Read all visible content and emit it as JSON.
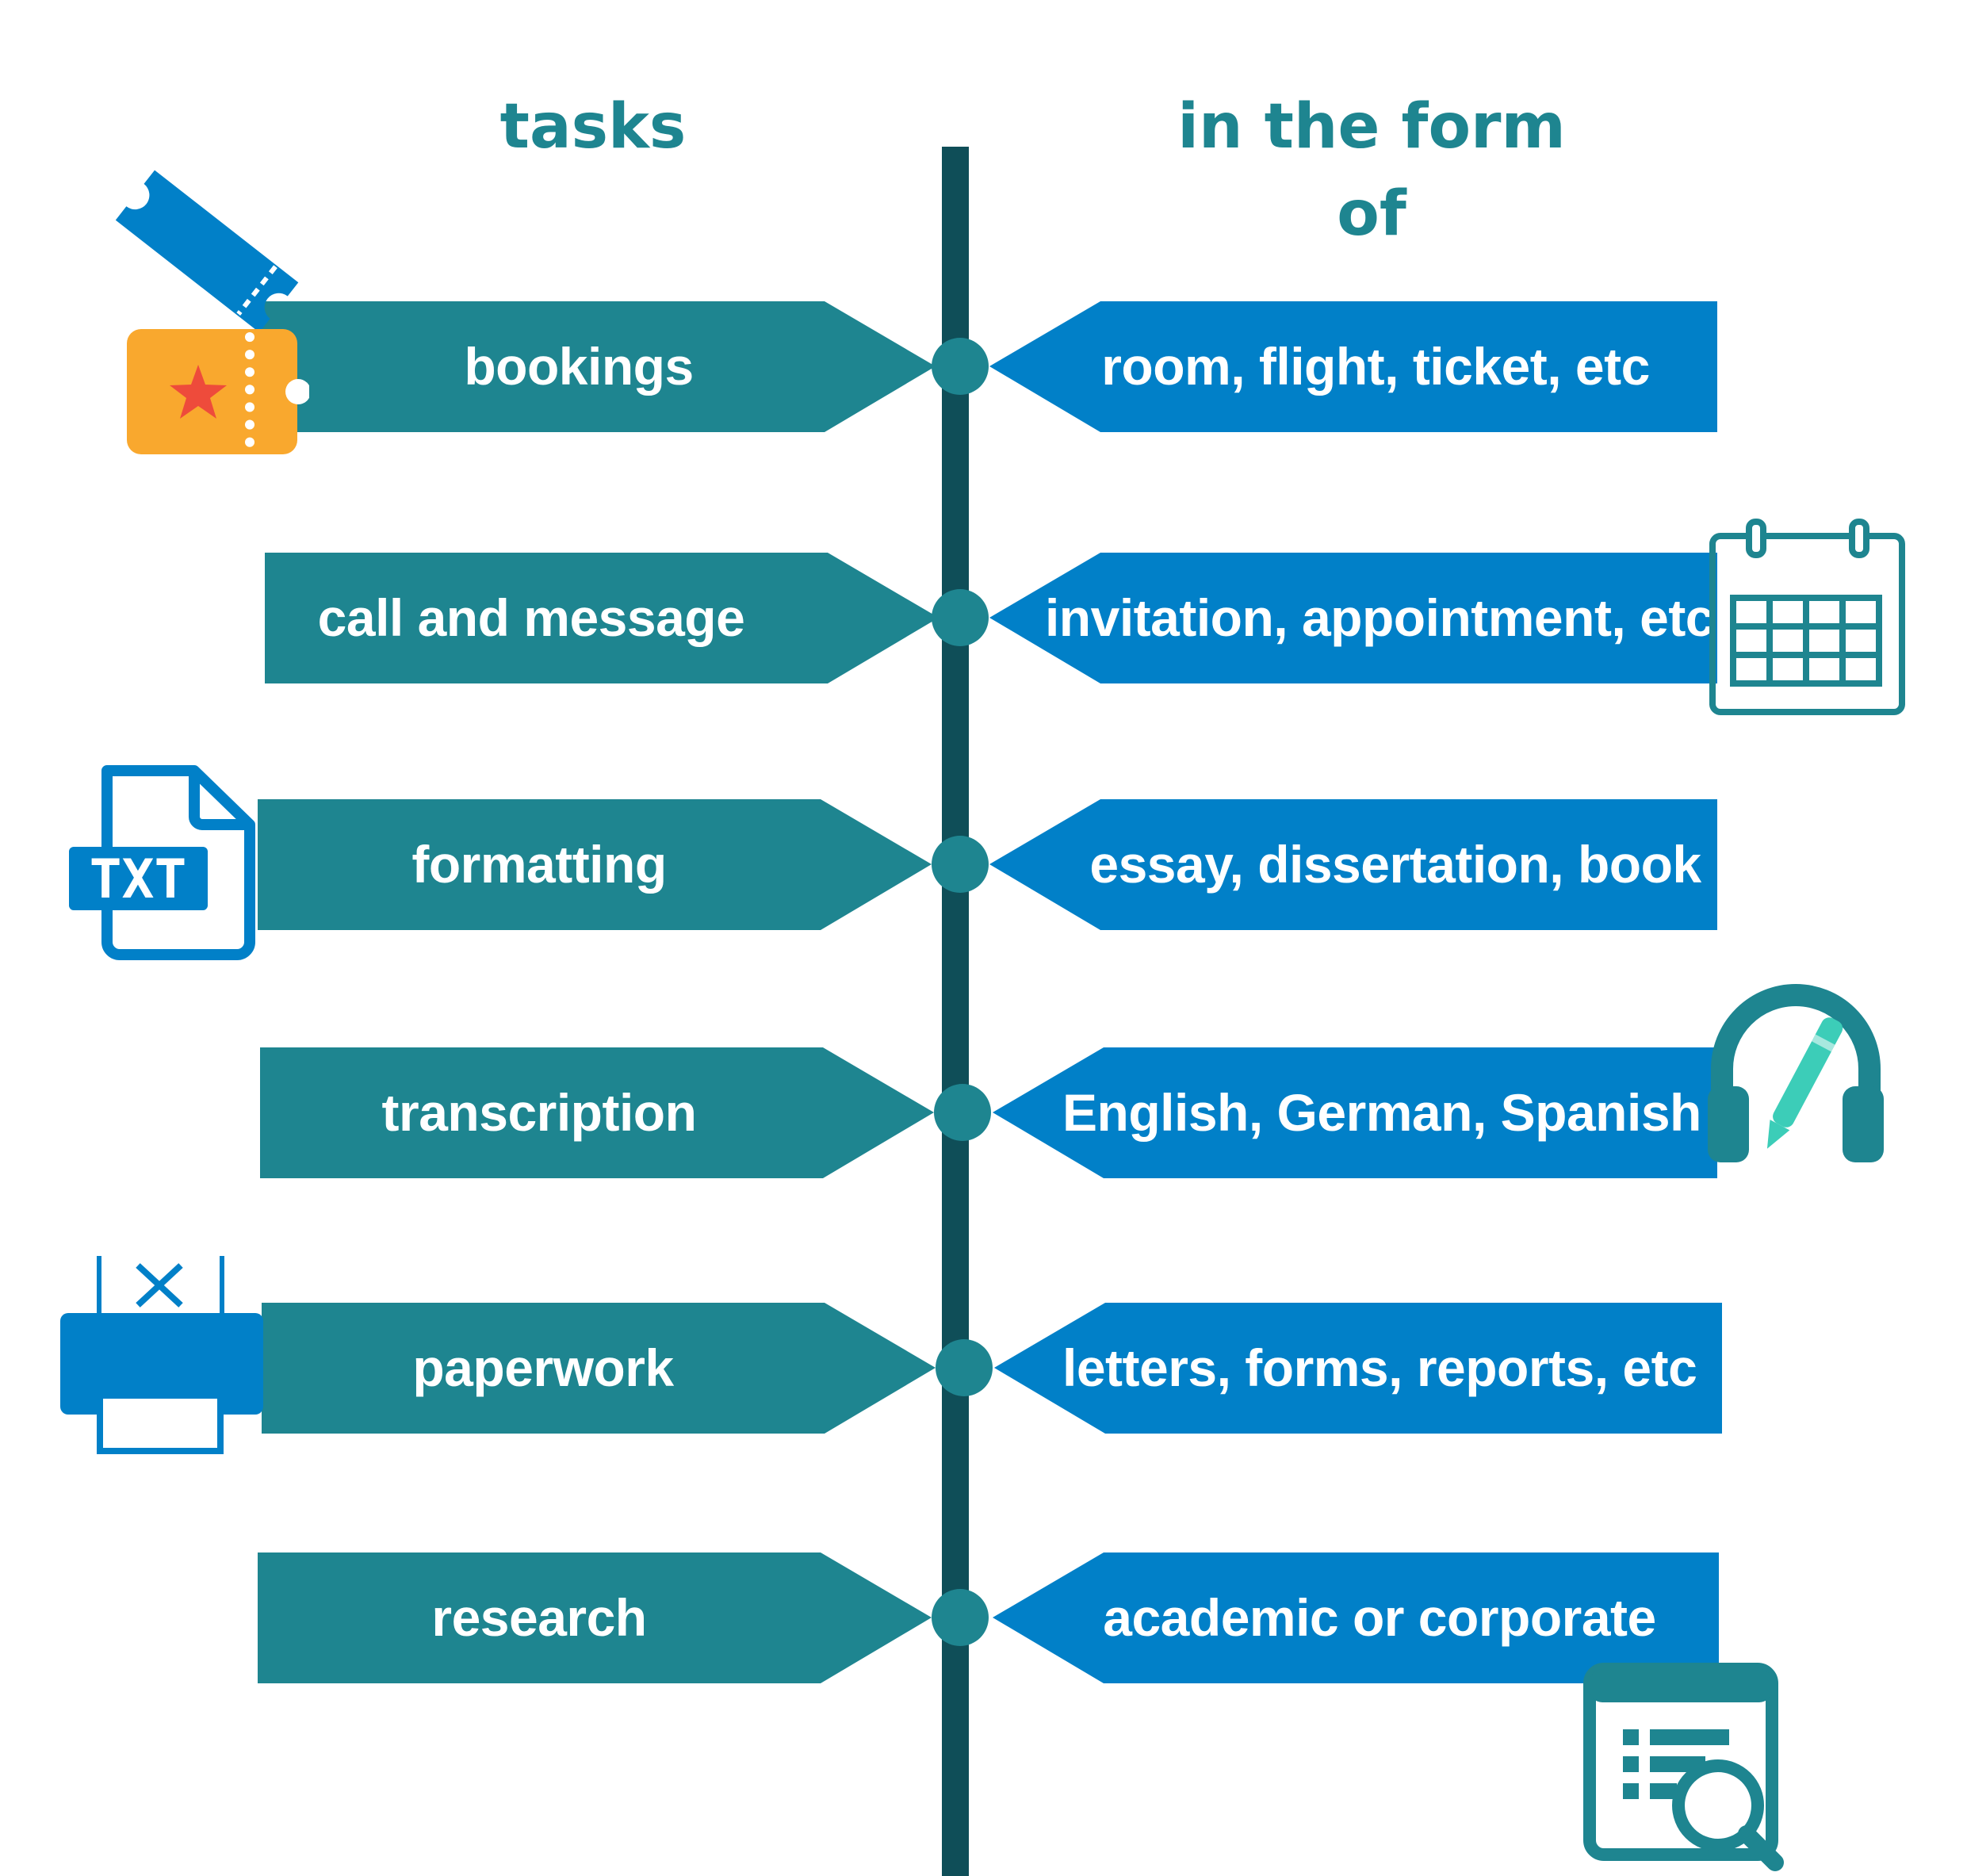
{
  "headers": {
    "tasks": "tasks",
    "form": "in the form of"
  },
  "rows": [
    {
      "task": "bookings",
      "form": "room, flight, ticket, etc",
      "icon": "ticket-icon"
    },
    {
      "task": "call and message",
      "form": "invitation, appointment, etc",
      "icon": "calendar-icon"
    },
    {
      "task": "formatting",
      "form": "essay, dissertation, book",
      "icon": "txt-file-icon"
    },
    {
      "task": "transcription",
      "form": "English, German, Spanish",
      "icon": "headphones-pen-icon"
    },
    {
      "task": "paperwork",
      "form": "letters, forms, reports, etc",
      "icon": "printer-icon"
    },
    {
      "task": "research",
      "form": "academic or corporate",
      "icon": "document-search-icon"
    }
  ],
  "icon_text": {
    "txt": "TXT"
  },
  "colors": {
    "teal": "#1e8590",
    "blue": "#0180c8",
    "spine": "#0f4e58",
    "orange": "#f9a82e",
    "star": "#ee4b3b",
    "mint": "#3ccdb8"
  }
}
